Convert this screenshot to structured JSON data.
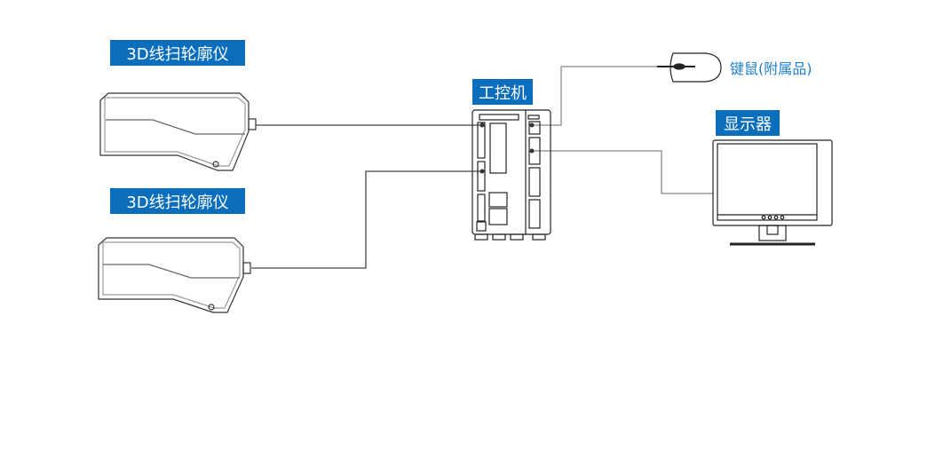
{
  "labels": {
    "scanner_1": "3D线扫轮廓仪",
    "scanner_2": "3D线扫轮廓仪",
    "ipc": "工控机",
    "monitor": "显示器",
    "keyboard_mouse": "键鼠(附属品)"
  },
  "colors": {
    "label_bg": "#0a6ebd",
    "accessory_text": "#1f7fd0",
    "line": "#555555"
  }
}
